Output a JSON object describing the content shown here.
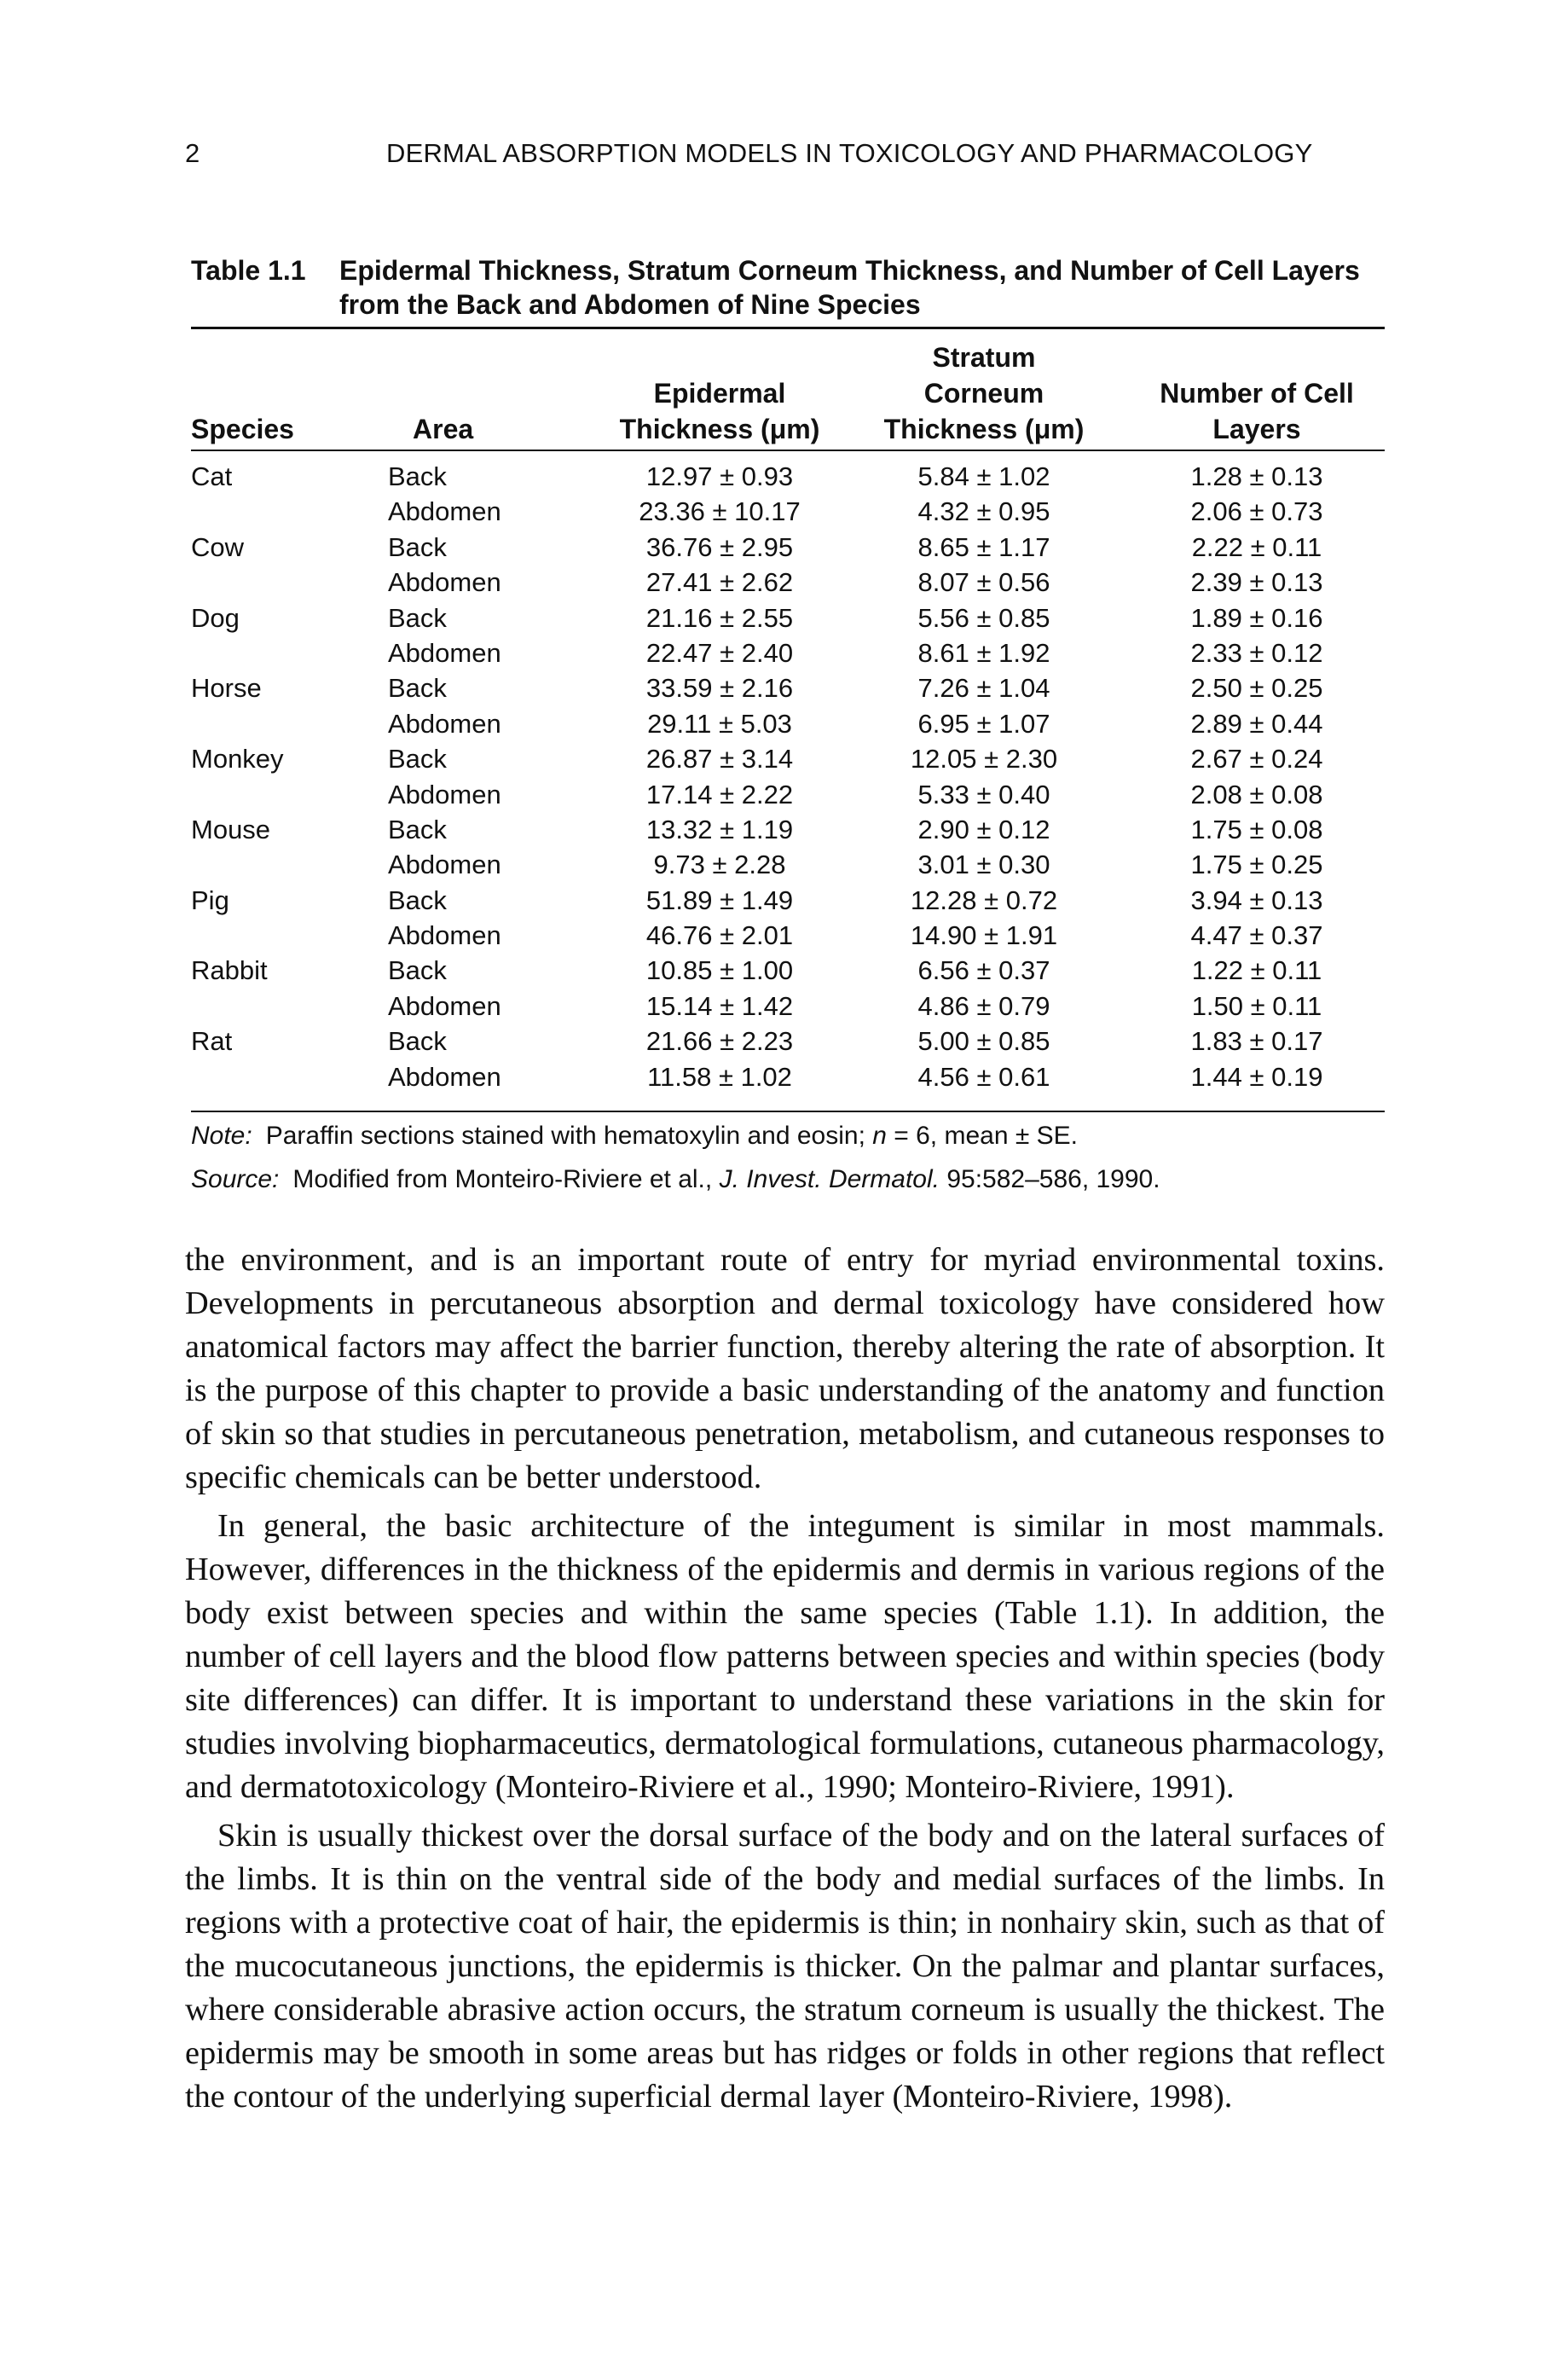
{
  "header": {
    "page_number": "2",
    "running_title": "DERMAL ABSORPTION MODELS IN TOXICOLOGY AND PHARMACOLOGY"
  },
  "table": {
    "label": "Table 1.1",
    "caption": "Epidermal Thickness, Stratum Corneum Thickness, and Number of Cell Layers from the Back and Abdomen of Nine Species",
    "columns": {
      "species": "Species",
      "area": "Area",
      "epidermal_line1": "Epidermal",
      "epidermal_line2": "Thickness (μm)",
      "sc_line1": "Stratum",
      "sc_line2": "Corneum",
      "sc_line3": "Thickness (μm)",
      "layers_line1": "Number of Cell",
      "layers_line2": "Layers"
    },
    "rows": [
      {
        "species": "Cat",
        "area": "Back",
        "epidermal": "12.97 ± 0.93",
        "stratum_corneum": "5.84 ± 1.02",
        "cell_layers": "1.28 ± 0.13"
      },
      {
        "species": "",
        "area": "Abdomen",
        "epidermal": "23.36 ± 10.17",
        "stratum_corneum": "4.32 ± 0.95",
        "cell_layers": "2.06 ± 0.73"
      },
      {
        "species": "Cow",
        "area": "Back",
        "epidermal": "36.76 ± 2.95",
        "stratum_corneum": "8.65 ± 1.17",
        "cell_layers": "2.22 ± 0.11"
      },
      {
        "species": "",
        "area": "Abdomen",
        "epidermal": "27.41 ± 2.62",
        "stratum_corneum": "8.07 ± 0.56",
        "cell_layers": "2.39 ± 0.13"
      },
      {
        "species": "Dog",
        "area": "Back",
        "epidermal": "21.16 ± 2.55",
        "stratum_corneum": "5.56 ± 0.85",
        "cell_layers": "1.89 ± 0.16"
      },
      {
        "species": "",
        "area": "Abdomen",
        "epidermal": "22.47 ± 2.40",
        "stratum_corneum": "8.61 ± 1.92",
        "cell_layers": "2.33 ± 0.12"
      },
      {
        "species": "Horse",
        "area": "Back",
        "epidermal": "33.59 ± 2.16",
        "stratum_corneum": "7.26 ± 1.04",
        "cell_layers": "2.50 ± 0.25"
      },
      {
        "species": "",
        "area": "Abdomen",
        "epidermal": "29.11 ± 5.03",
        "stratum_corneum": "6.95 ± 1.07",
        "cell_layers": "2.89 ± 0.44"
      },
      {
        "species": "Monkey",
        "area": "Back",
        "epidermal": "26.87 ± 3.14",
        "stratum_corneum": "12.05 ± 2.30",
        "cell_layers": "2.67 ± 0.24"
      },
      {
        "species": "",
        "area": "Abdomen",
        "epidermal": "17.14 ± 2.22",
        "stratum_corneum": "5.33 ± 0.40",
        "cell_layers": "2.08 ± 0.08"
      },
      {
        "species": "Mouse",
        "area": "Back",
        "epidermal": "13.32 ± 1.19",
        "stratum_corneum": "2.90 ± 0.12",
        "cell_layers": "1.75 ± 0.08"
      },
      {
        "species": "",
        "area": "Abdomen",
        "epidermal": "9.73 ± 2.28",
        "stratum_corneum": "3.01 ± 0.30",
        "cell_layers": "1.75 ± 0.25"
      },
      {
        "species": "Pig",
        "area": "Back",
        "epidermal": "51.89 ± 1.49",
        "stratum_corneum": "12.28 ± 0.72",
        "cell_layers": "3.94 ± 0.13"
      },
      {
        "species": "",
        "area": "Abdomen",
        "epidermal": "46.76 ± 2.01",
        "stratum_corneum": "14.90 ± 1.91",
        "cell_layers": "4.47 ± 0.37"
      },
      {
        "species": "Rabbit",
        "area": "Back",
        "epidermal": "10.85 ± 1.00",
        "stratum_corneum": "6.56 ± 0.37",
        "cell_layers": "1.22 ± 0.11"
      },
      {
        "species": "",
        "area": "Abdomen",
        "epidermal": "15.14 ± 1.42",
        "stratum_corneum": "4.86 ± 0.79",
        "cell_layers": "1.50 ± 0.11"
      },
      {
        "species": "Rat",
        "area": "Back",
        "epidermal": "21.66 ± 2.23",
        "stratum_corneum": "5.00 ± 0.85",
        "cell_layers": "1.83 ± 0.17"
      },
      {
        "species": "",
        "area": "Abdomen",
        "epidermal": "11.58 ± 1.02",
        "stratum_corneum": "4.56 ± 0.61",
        "cell_layers": "1.44 ± 0.19"
      }
    ],
    "note": {
      "label": "Note:",
      "text_a": "Paraffin sections stained with hematoxylin and eosin; ",
      "n_symbol": "n",
      "text_b": " = 6, mean ± SE."
    },
    "source": {
      "label": "Source:",
      "text_a": "Modified from Monteiro-Riviere et al., ",
      "journal": "J. Invest. Dermatol.",
      "text_b": " 95:582–586, 1990."
    }
  },
  "paragraphs": [
    "the environment, and is an important route of entry for myriad environmental toxins. Developments in percutaneous absorption and dermal toxicology have considered how anatomical factors may affect the barrier function, thereby altering the rate of absorption. It is the purpose of this chapter to provide a basic understanding of the anatomy and function of skin so that studies in percutaneous penetration, metabolism, and cutaneous responses to specific chemicals can be better understood.",
    "In general, the basic architecture of the integument is similar in most mammals. However, differences in the thickness of the epidermis and dermis in various regions of the body exist between species and within the same species (Table 1.1). In addition, the number of cell layers and the blood flow patterns between species and within species (body site differences) can differ. It is important to understand these variations in the skin for studies involving biopharmaceutics, dermatological formulations, cutaneous pharmacology, and dermatotoxicology (Monteiro-Riviere et al., 1990; Monteiro-Riviere, 1991).",
    "Skin is usually thickest over the dorsal surface of the body and on the lateral surfaces of the limbs. It is thin on the ventral side of the body and medial surfaces of the limbs. In regions with a protective coat of hair, the epidermis is thin; in nonhairy skin, such as that of the mucocutaneous junctions, the epidermis is thicker. On the palmar and plantar surfaces, where considerable abrasive action occurs, the stratum corneum is usually the thickest. The epidermis may be smooth in some areas but has ridges or folds in other regions that reflect the contour of the underlying superficial dermal layer (Monteiro-Riviere, 1998)."
  ]
}
